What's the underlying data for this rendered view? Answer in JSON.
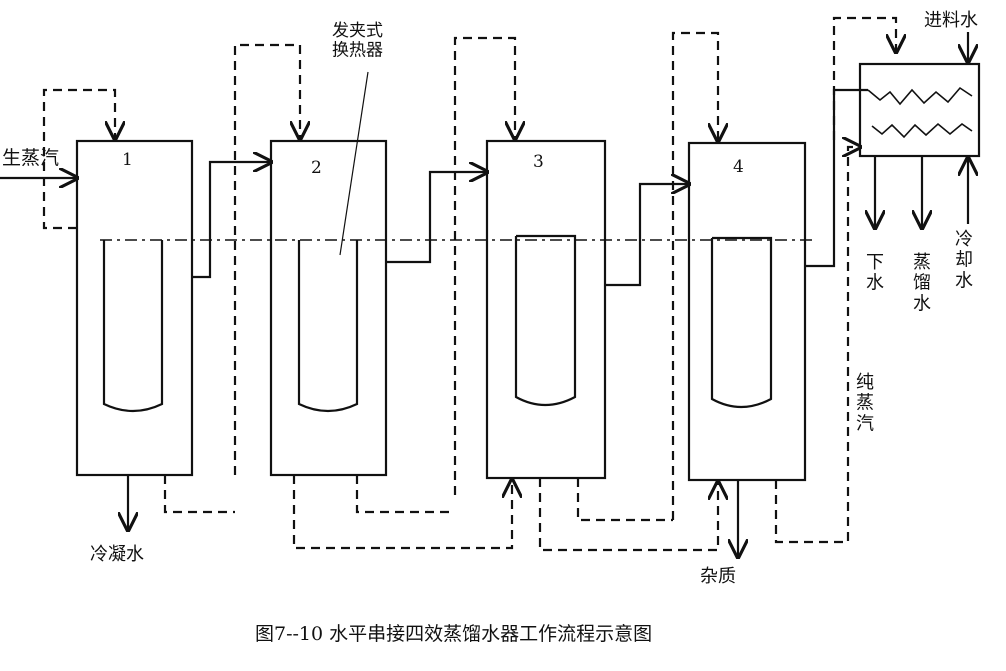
{
  "labels": {
    "live_steam": "生蒸汽",
    "hairpin_heat_exchanger": "发夹式\n换热器",
    "feed_water": "进料水",
    "drain_water": "下\n水",
    "distilled_water": "蒸\n馏\n水",
    "cooling_water": "冷\n却\n水",
    "pure_steam": "纯\n蒸\n汽",
    "condensate_water": "冷凝水",
    "impurities": "杂质"
  },
  "tanks": [
    {
      "number": "1"
    },
    {
      "number": "2"
    },
    {
      "number": "3"
    },
    {
      "number": "4"
    }
  ],
  "caption": "图7--10  水平串接四效蒸馏水器工作流程示意图",
  "colors": {
    "line": "#111111",
    "background": "#ffffff"
  }
}
